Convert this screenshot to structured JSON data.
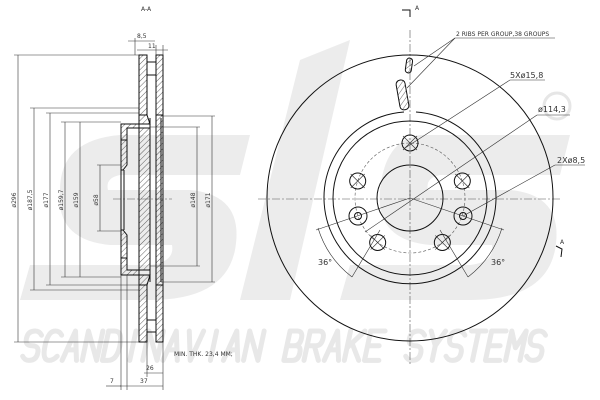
{
  "logo": {
    "watermark_text": "SCANDINAVIAN BRAKE SYSTEMS",
    "mark": "sbs",
    "registered": "®"
  },
  "section_view": {
    "title": "A-A",
    "dims": {
      "d296": "ø296",
      "d187_5": "ø187,5",
      "d177": "ø177",
      "d159_7": "ø159,7",
      "d159": "ø159",
      "d58": "ø58",
      "d148": "ø148",
      "d171": "ø171",
      "w8_5": "8,5",
      "w11": "11",
      "w26": "26",
      "w37": "37",
      "w7": "7"
    },
    "min_thickness": "MIN. THK. 23,4 MM;"
  },
  "front_view": {
    "section_marker_top": "A",
    "section_marker_right": "A",
    "ribs_note": "2 RIBS PER GROUP,38 GROUPS",
    "bolt_holes": "5Xø15,8",
    "pcd": "ø114,3",
    "aux_holes": "2Xø8,5",
    "angle_left": "36°",
    "angle_right": "36°"
  }
}
